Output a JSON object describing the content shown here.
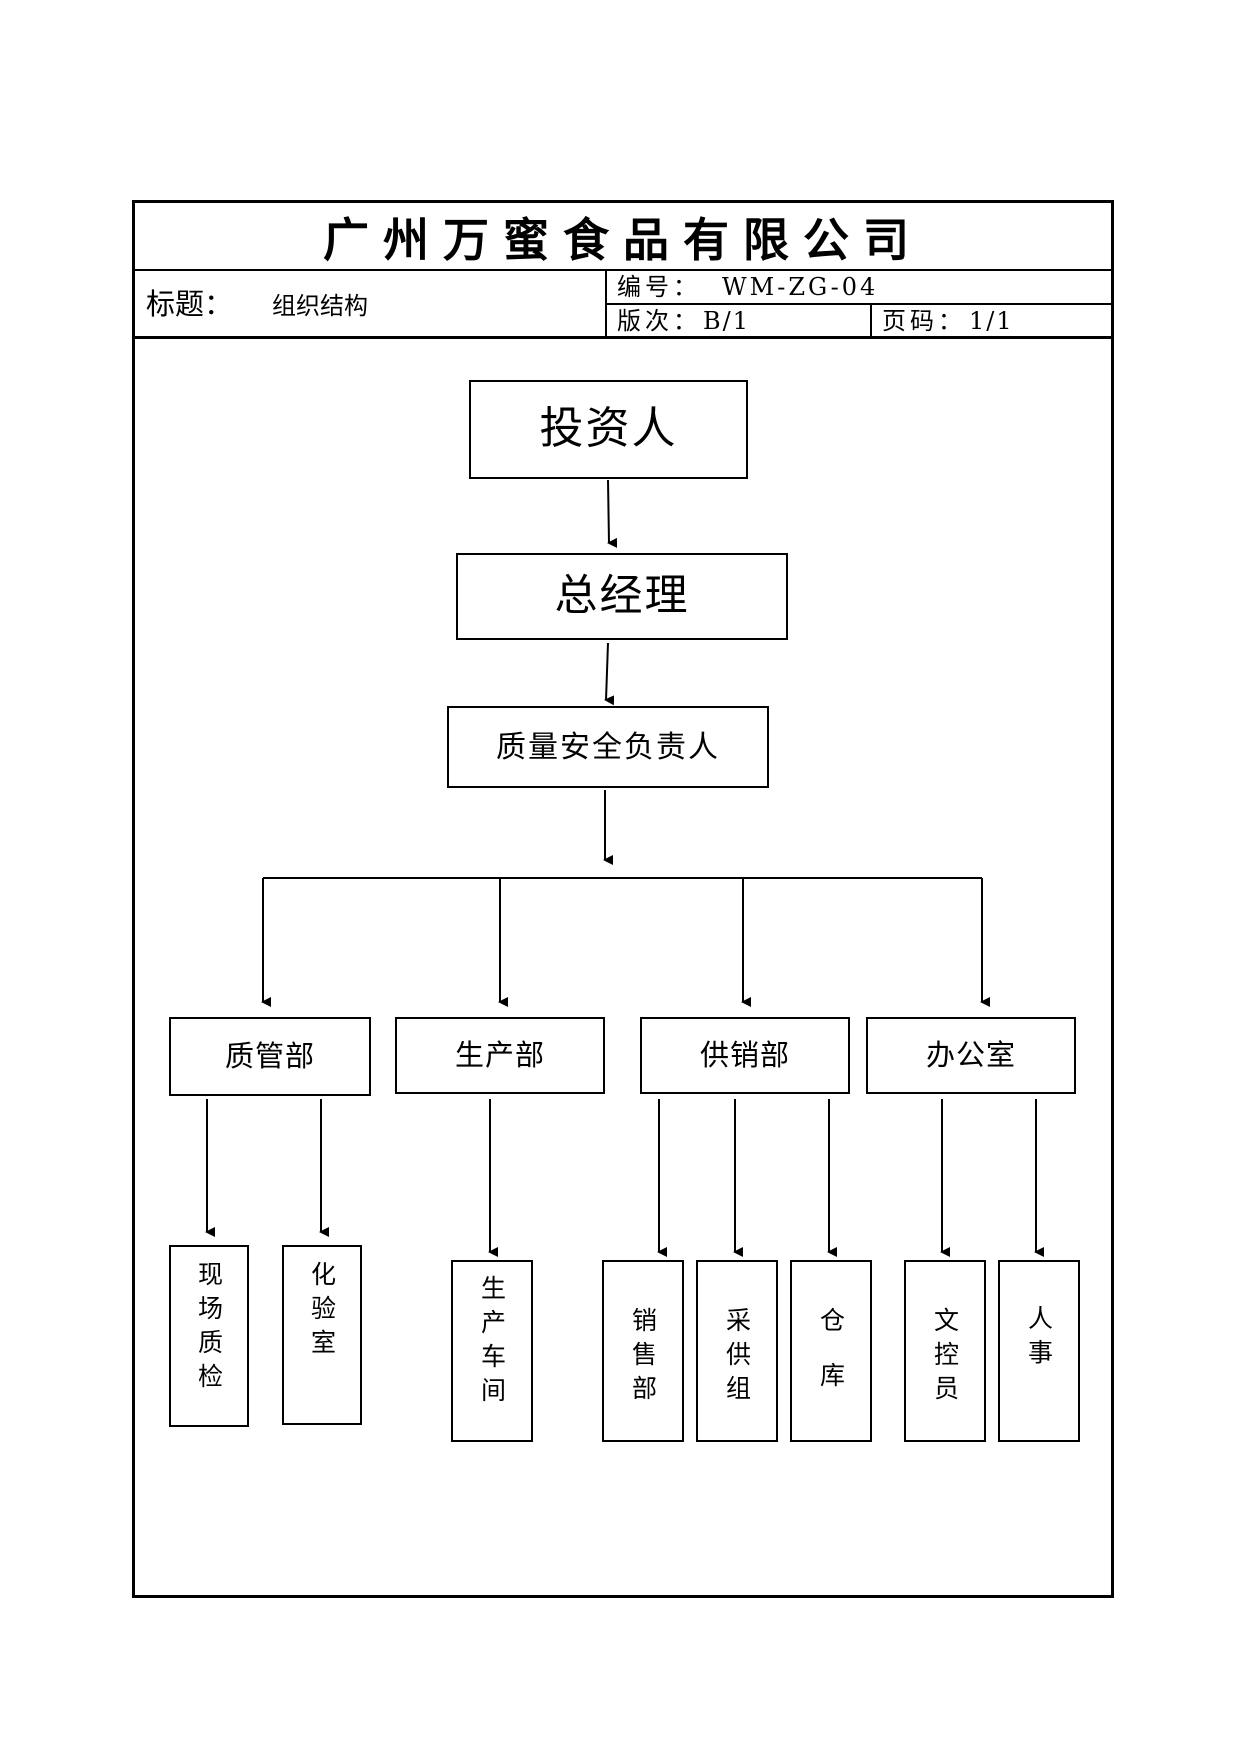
{
  "header": {
    "company": "广州万蜜食品有限公司",
    "title_label": "标题：",
    "title_value": "组织结构",
    "doc_no_label": "编号：",
    "doc_no_value": "WM-ZG-04",
    "version_label": "版次：",
    "version_value": "B/1",
    "page_label": "页码：",
    "page_value": "1/1"
  },
  "org": {
    "investor": "投资人",
    "general_manager": "总经理",
    "quality_safety": "质量安全负责人",
    "departments": [
      {
        "name": "质管部",
        "children": [
          "现场质检",
          "化验室"
        ]
      },
      {
        "name": "生产部",
        "children": [
          "生产车间"
        ]
      },
      {
        "name": "供销部",
        "children": [
          "销售部",
          "采供组",
          "仓库"
        ]
      },
      {
        "name": "办公室",
        "children": [
          "文控员",
          "人事"
        ]
      }
    ]
  }
}
